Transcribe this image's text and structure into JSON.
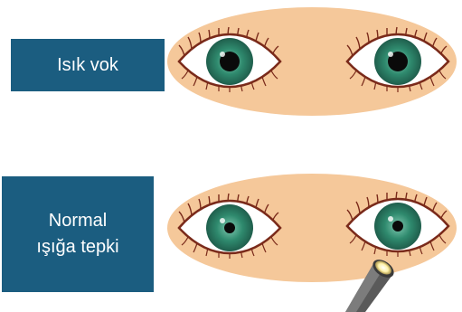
{
  "rows": [
    {
      "label": "Isık vok",
      "pupil": "normal",
      "light": false
    },
    {
      "label": "Normal\nışığa tepki",
      "pupil": "constricted",
      "light": true
    }
  ],
  "colors": {
    "label_bg": "#1b5d80",
    "face": "#f5c89a",
    "iris": "#2f8a6e",
    "pupil": "#0a0a0a",
    "lid_outline": "#7a2a1a",
    "torch_body": "#5a5a5a",
    "torch_glow": "#fff2a8"
  },
  "icons": [
    "eye-icon",
    "penlight-icon"
  ]
}
